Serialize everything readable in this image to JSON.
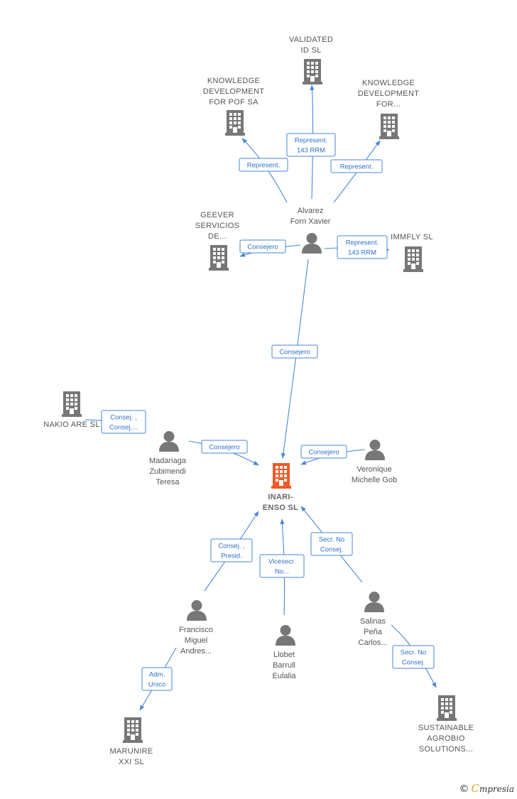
{
  "colors": {
    "edge": "#4a86d8",
    "company": "#777777",
    "focus": "#ef5a28",
    "person": "#777777"
  },
  "nodes": [
    {
      "id": "validated",
      "kind": "company",
      "lines": [
        "VALIDATED",
        "ID SL"
      ]
    },
    {
      "id": "kdpof",
      "kind": "company",
      "lines": [
        "KNOWLEDGE",
        "DEVELOPMENT",
        "FOR POF SA"
      ]
    },
    {
      "id": "kdfor",
      "kind": "company",
      "lines": [
        "KNOWLEDGE",
        "DEVELOPMENT",
        "FOR..."
      ]
    },
    {
      "id": "geever",
      "kind": "company",
      "lines": [
        "GEEVER",
        "SERVICIOS",
        "DE..."
      ]
    },
    {
      "id": "alvarez",
      "kind": "person",
      "lines": [
        "Alvarez",
        "Forn Xavier"
      ]
    },
    {
      "id": "immfly",
      "kind": "company",
      "lines": [
        "IMMFLY  SL"
      ]
    },
    {
      "id": "nakio",
      "kind": "company",
      "lines": [
        "NAKIO ARE  SL"
      ]
    },
    {
      "id": "madariaga",
      "kind": "person",
      "lines": [
        "Madariaga",
        "Zubimendi",
        "Teresa"
      ]
    },
    {
      "id": "inari",
      "kind": "focus",
      "lines": [
        "INARI-",
        "ENSO  SL"
      ]
    },
    {
      "id": "veronique",
      "kind": "person",
      "lines": [
        "Veronique",
        "Michelle Gob"
      ]
    },
    {
      "id": "francisco",
      "kind": "person",
      "lines": [
        "Francisco",
        "Miguel",
        "Andres..."
      ]
    },
    {
      "id": "llobet",
      "kind": "person",
      "lines": [
        "Llobet",
        "Barrull",
        "Eulalia"
      ]
    },
    {
      "id": "salinas",
      "kind": "person",
      "lines": [
        "Salinas",
        "Peña",
        "Carlos..."
      ]
    },
    {
      "id": "marunire",
      "kind": "company",
      "lines": [
        "MARUNIRE",
        "XXI  SL"
      ]
    },
    {
      "id": "sustainable",
      "kind": "company",
      "lines": [
        "SUSTAINABLE",
        "AGROBIO",
        "SOLUTIONS..."
      ]
    }
  ],
  "edges": [
    {
      "id": "e-alvarez-validated",
      "label": [
        "Represent.",
        "143 RRM"
      ]
    },
    {
      "id": "e-alvarez-kdpof",
      "label": [
        "Represent."
      ]
    },
    {
      "id": "e-alvarez-kdfor",
      "label": [
        "Represent."
      ]
    },
    {
      "id": "e-alvarez-geever",
      "label": [
        "Consejero"
      ]
    },
    {
      "id": "e-alvarez-immfly",
      "label": [
        "Represent.",
        "143 RRM"
      ]
    },
    {
      "id": "e-alvarez-inari",
      "label": [
        "Consejero"
      ]
    },
    {
      "id": "e-nakio",
      "label": [
        "Consej. ,",
        "Consej...."
      ]
    },
    {
      "id": "e-madariaga-inari",
      "label": [
        "Consejero"
      ]
    },
    {
      "id": "e-veronique-inari",
      "label": [
        "Consejero"
      ]
    },
    {
      "id": "e-francisco-inari",
      "label": [
        "Consej. ,",
        "Presid."
      ]
    },
    {
      "id": "e-llobet-inari",
      "label": [
        "Vicesecr.",
        "No..."
      ]
    },
    {
      "id": "e-salinas-inari",
      "label": [
        "Secr.  No",
        "Consej."
      ]
    },
    {
      "id": "e-francisco-marunire",
      "label": [
        "Adm.",
        "Unico"
      ]
    },
    {
      "id": "e-salinas-sustainable",
      "label": [
        "Secr.  No",
        "Consej."
      ]
    }
  ],
  "footer": {
    "copyright": "©",
    "brand_initial": "C",
    "brand_rest": "mpresia"
  }
}
